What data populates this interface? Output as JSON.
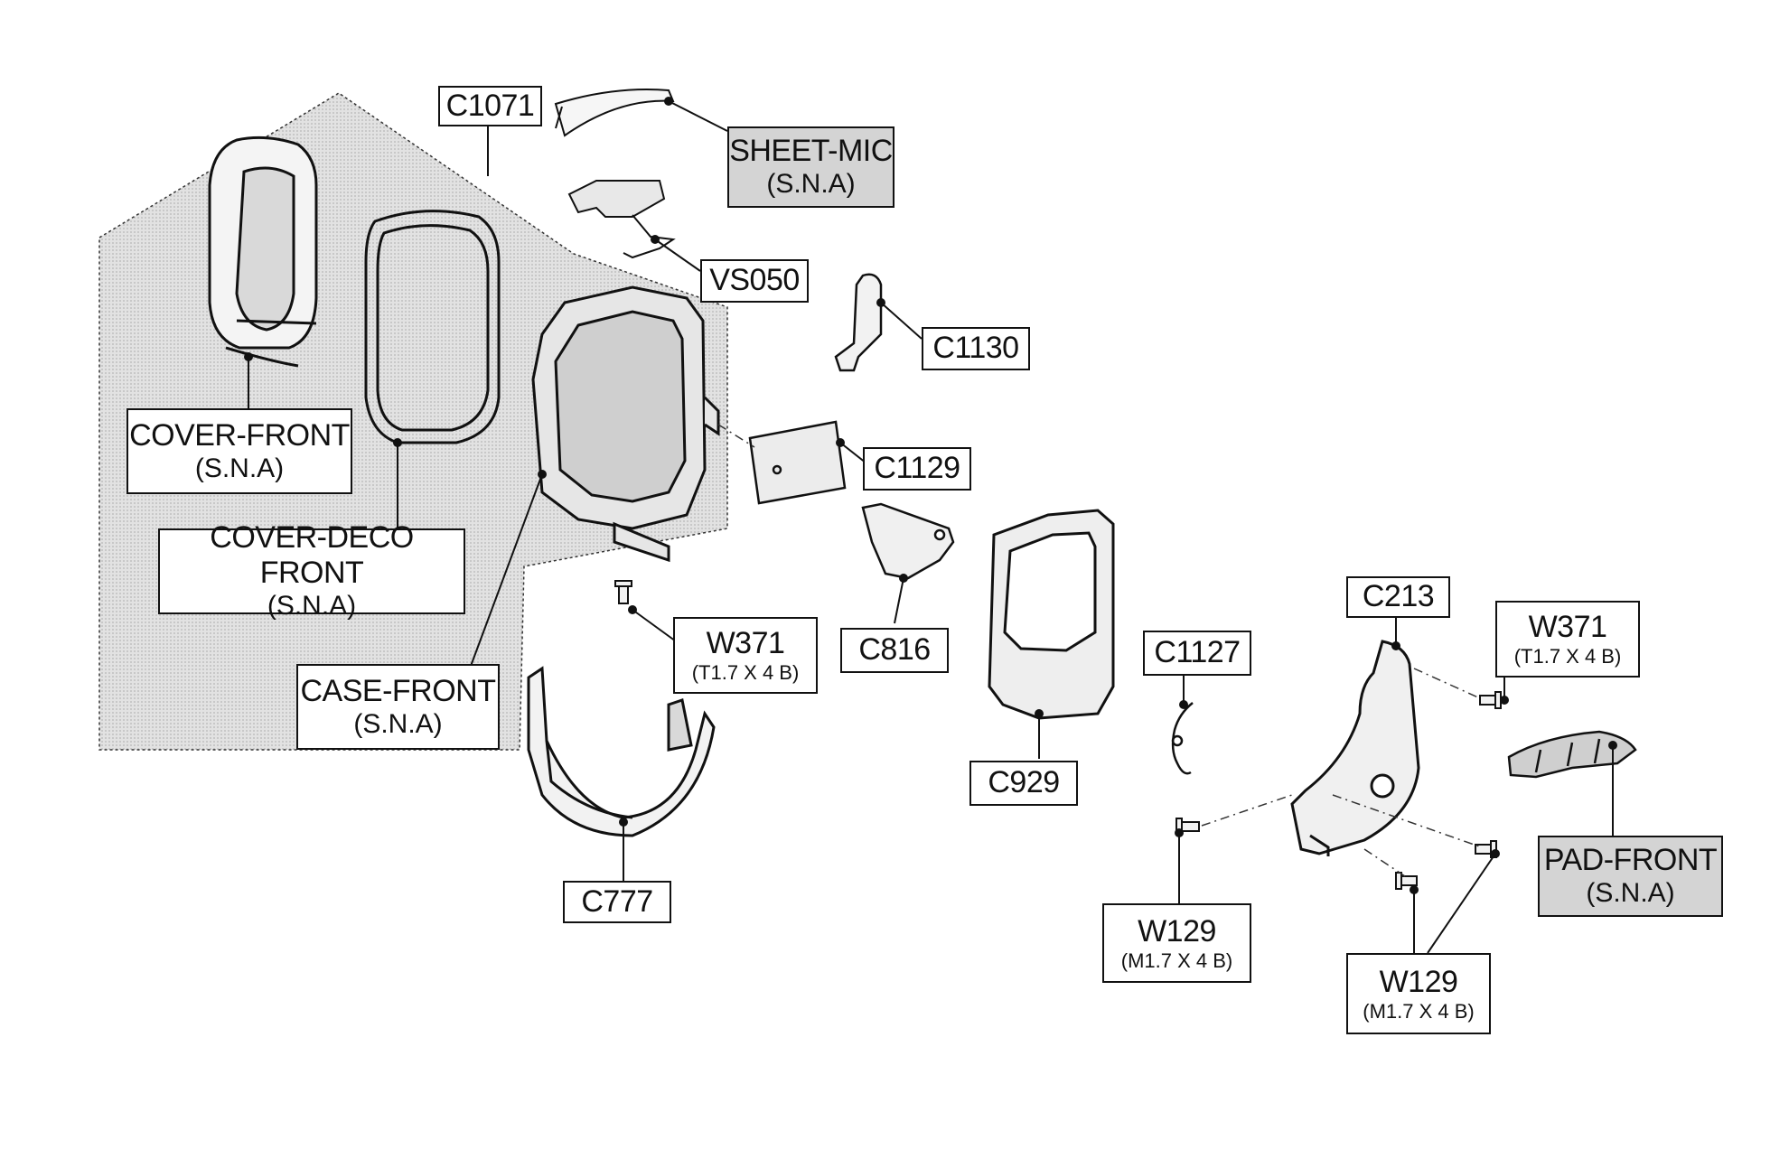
{
  "labels": {
    "c1071": "C1071",
    "sheet_mic": "SHEET-MIC",
    "sheet_mic_sub": "(S.N.A)",
    "vs050": "VS050",
    "c1130": "C1130",
    "cover_front": "COVER-FRONT",
    "cover_front_sub": "(S.N.A)",
    "c1129": "C1129",
    "cover_deco_front": "COVER-DECO FRONT",
    "cover_deco_front_sub": "(S.N.A)",
    "w371_a": "W371",
    "w371_a_spec": "(T1.7 X 4 B)",
    "c816": "C816",
    "case_front": "CASE-FRONT",
    "case_front_sub": "(S.N.A)",
    "c213": "C213",
    "w371_b": "W371",
    "w371_b_spec": "(T1.7 X 4 B)",
    "c1127": "C1127",
    "c929": "C929",
    "pad_front": "PAD-FRONT",
    "pad_front_sub": "(S.N.A)",
    "c777": "C777",
    "w129_a": "W129",
    "w129_a_spec": "(M1.7 X 4 B)",
    "w129_b": "W129",
    "w129_b_spec": "(M1.7 X 4 B)"
  },
  "colors": {
    "line": "#111111",
    "assembly_shade": "#d9d9d9",
    "label_shade": "#d4d4d4"
  }
}
